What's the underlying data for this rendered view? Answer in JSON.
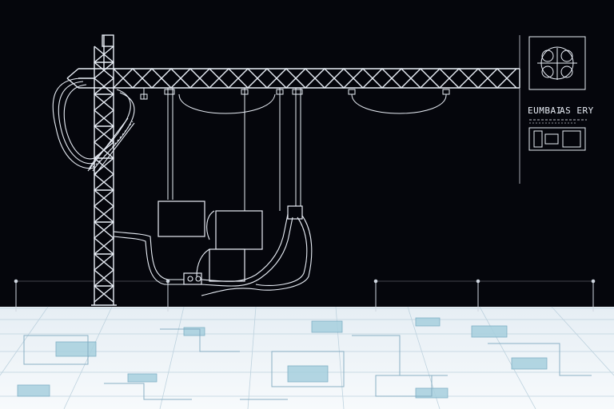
{
  "panel": {
    "title_left": "EUMBAI",
    "title_right": "AS ERY"
  },
  "colors": {
    "background": "#05060c",
    "line": "#e8edf5",
    "floor": "#f2f7fb",
    "floor_line": "#a9c3d4",
    "floor_fill": "#9cc9d9"
  },
  "icons": [
    "lattice-crane",
    "rope-ring-diagram",
    "control-panel"
  ]
}
